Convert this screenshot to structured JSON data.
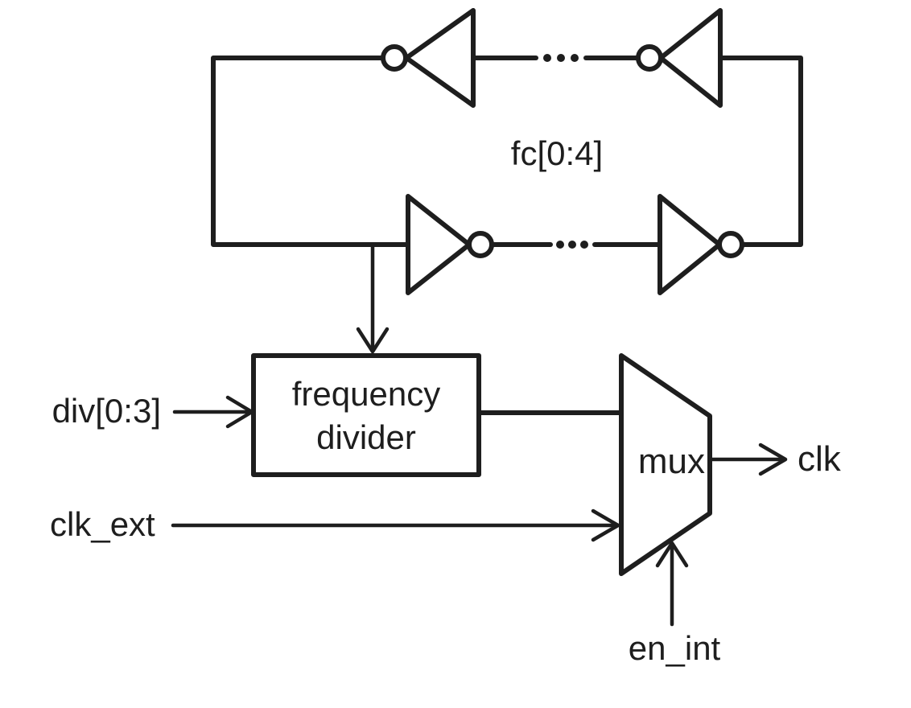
{
  "diagram": {
    "background": "#ffffff",
    "line_color": "#1e1e1e",
    "labels": {
      "feedback_bus": "fc[0:4]",
      "frequency_divider_line1": "frequency",
      "frequency_divider_line2": "divider",
      "divider_control_input": "div[0:3]",
      "external_clock_input": "clk_ext",
      "mux": "mux",
      "clock_output": "clk",
      "internal_enable_input": "en_int"
    }
  }
}
